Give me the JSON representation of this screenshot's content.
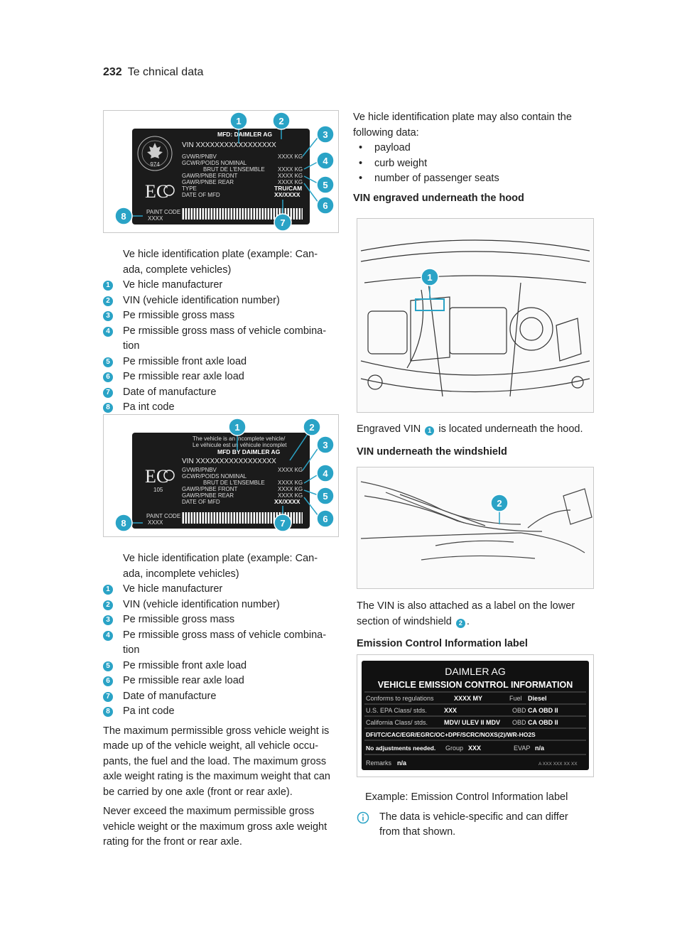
{
  "header": {
    "page_number": "232",
    "section_title": "Te chnical data"
  },
  "fig1": {
    "plate": {
      "mfd": "MFD: DAIMLER AG",
      "vin": "VIN  XXXXXXXXXXXXXXXXX",
      "gvwr": "GVWR/PNBV",
      "gcwr": "GCWR/POIDS NOMINAL",
      "brut": "BRUT DE L'ENSEMBLE",
      "gawr_front": "GAWR/PNBE FRONT",
      "gawr_rear": "GAWR/PNBE REAR",
      "type": "TYPE",
      "date": "DATE OF MFD",
      "paint": "PAINT CODE",
      "paint_val": "XXXX",
      "v1": "XXXX KG",
      "v2": "XXXX KG",
      "v3": "XXXX KG",
      "v4": "XXXX KG",
      "type_val": "TRU/CAM",
      "date_val": "XX/XXXX",
      "ec": "EC",
      "seal": "974"
    },
    "caption": "Ve hicle identification plate (example: Can- ada, complete vehicles)",
    "items": [
      "Ve hicle manufacturer",
      "VIN (vehicle identification number)",
      "Pe rmissible gross mass",
      "Pe rmissible gross mass of vehicle combina- tion",
      "Pe rmissible front axle load",
      "Pe rmissible rear axle load",
      "Date of manufacture",
      "Pa int code"
    ]
  },
  "fig2": {
    "plate": {
      "note1": "The vehicle is an incomplete vehicle/",
      "note2": "Le véhicule est un véhicule incomplet",
      "mfd": "MFD BY DAIMLER AG",
      "vin": "VIN  XXXXXXXXXXXXXXXXX",
      "gvwr": "GVWR/PNBV",
      "gcwr": "GCWR/POIDS NOMINAL",
      "brut": "BRUT DE L'ENSEMBLE",
      "gawr_front": "GAWR/PNBE FRONT",
      "gawr_rear": "GAWR/PNBE REAR",
      "date": "DATE OF MFD",
      "paint": "PAINT CODE",
      "paint_val": "XXXX",
      "v1": "XXXX KG",
      "v2": "XXXX KG",
      "v3": "XXXX KG",
      "v4": "XXXX KG",
      "date_val": "XX/XXXX",
      "ec": "EC",
      "ec_num": "105"
    },
    "caption": "Ve hicle identification plate (example: Can- ada, incomplete vehicles)",
    "items": [
      "Ve hicle manufacturer",
      "VIN (vehicle identification number)",
      "Pe rmissible gross mass",
      "Pe rmissible gross mass of vehicle combina- tion",
      "Pe rmissible front axle load",
      "Pe rmissible rear axle load",
      "Date of manufacture",
      "Pa int code"
    ]
  },
  "para1": "The maximum permissible gross vehicle weight is made up of the vehicle weight, all vehicle occu- pants, the fuel and the load. The maximum gross axle weight rating is the maximum weight that can be carried by one axle (front or rear axle).",
  "para2": "Never exceed the maximum permissible gross vehicle weight or the maximum gross axle weight rating for the front or rear axle.",
  "right": {
    "intro": "Ve hicle identification plate may also contain the following data:",
    "bullets": [
      "payload",
      "curb weight",
      "number of passenger seats"
    ],
    "heading_hood": "VIN engraved underneath the hood",
    "hood_text_a": "Engraved VIN",
    "hood_text_b": "is located underneath the hood.",
    "heading_windshield": "VIN underneath the windshield",
    "windshield_text_a": "The VIN is also attached as a label on the lower section of windshield",
    "windshield_text_b": ".",
    "heading_emission": "Emission Control Information label",
    "emission_caption": "Example: Emission Control Information label",
    "note": "The data is vehicle-specific and can differ from that shown."
  },
  "emission": {
    "title1": "DAIMLER AG",
    "title2": "VEHICLE EMISSION CONTROL INFORMATION",
    "r1a": "Conforms to regulations",
    "r1b": "XXXX MY",
    "r1c": "Fuel",
    "r1d": "Diesel",
    "r2a": "U.S. EPA Class/ stds.",
    "r2b": "XXX",
    "r2c": "OBD",
    "r2d": "CA OBD II",
    "r3a": "California Class/ stds.",
    "r3b": "MDV/ ULEV II MDV",
    "r3c": "OBD",
    "r3d": "CA OBD II",
    "r4": "DFI/TC/CAC/EGR/EGRC/OC+DPF/SCRC/NOXS(2)/WR-HO2S",
    "r5a": "No adjustments needed.",
    "r5b": "Group",
    "r5c": "XXX",
    "r5d": "EVAP",
    "r5e": "n/a",
    "r6a": "Remarks",
    "r6b": "n/a",
    "r6c": "A XXX XXX XX XX"
  },
  "callout_numbers": [
    "1",
    "2",
    "3",
    "4",
    "5",
    "6",
    "7",
    "8"
  ]
}
